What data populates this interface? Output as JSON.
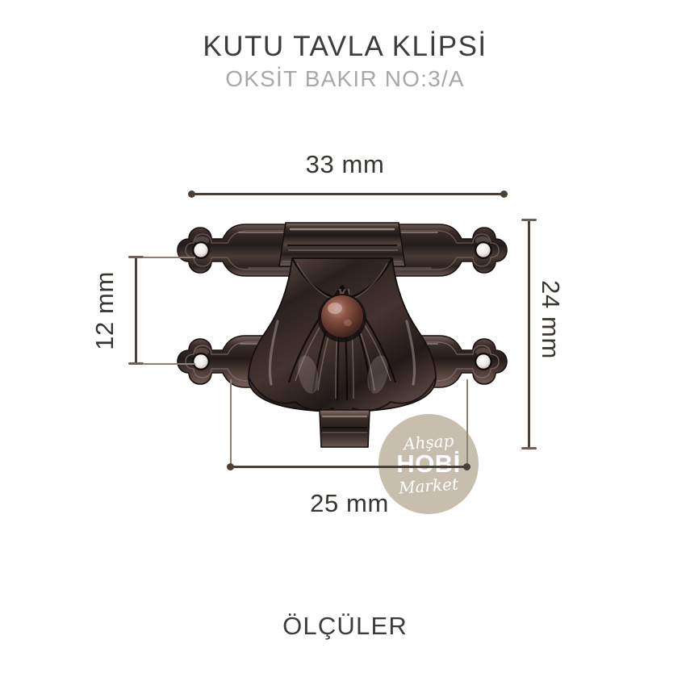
{
  "heading": {
    "title": "KUTU TAVLA KLİPSİ",
    "subtitle": "OKSİT BAKIR NO:3/A"
  },
  "footer": {
    "caption": "ÖLÇÜLER"
  },
  "dimensions": {
    "width_top": {
      "label": "33 mm",
      "value": 33,
      "unit": "mm",
      "orientation": "horizontal",
      "position": "top"
    },
    "height_left": {
      "label": "12 mm",
      "value": 12,
      "unit": "mm",
      "orientation": "vertical",
      "position": "left"
    },
    "height_right": {
      "label": "24 mm",
      "value": 24,
      "unit": "mm",
      "orientation": "vertical",
      "position": "right"
    },
    "width_bottom": {
      "label": "25 mm",
      "value": 25,
      "unit": "mm",
      "orientation": "horizontal",
      "position": "bottom"
    }
  },
  "product": {
    "name": "box-toggle-clasp",
    "finish": "oxidized copper",
    "colors": {
      "metal_dark": "#2a211f",
      "metal_mid": "#4e3b36",
      "metal_light": "#8d7b78",
      "highlight": "#d8cfcd",
      "rivet": "#6b3f34"
    }
  },
  "watermark": {
    "top_text": "Ahşap",
    "main_text": "HOBİ",
    "bottom_text": "Market",
    "color": "#c6bcab"
  },
  "colors": {
    "background": "#ffffff",
    "title": "#3c3c3e",
    "subtitle": "#aaa8a6",
    "dimension_line": "#4a4038",
    "extension_line": "#8d8078"
  }
}
